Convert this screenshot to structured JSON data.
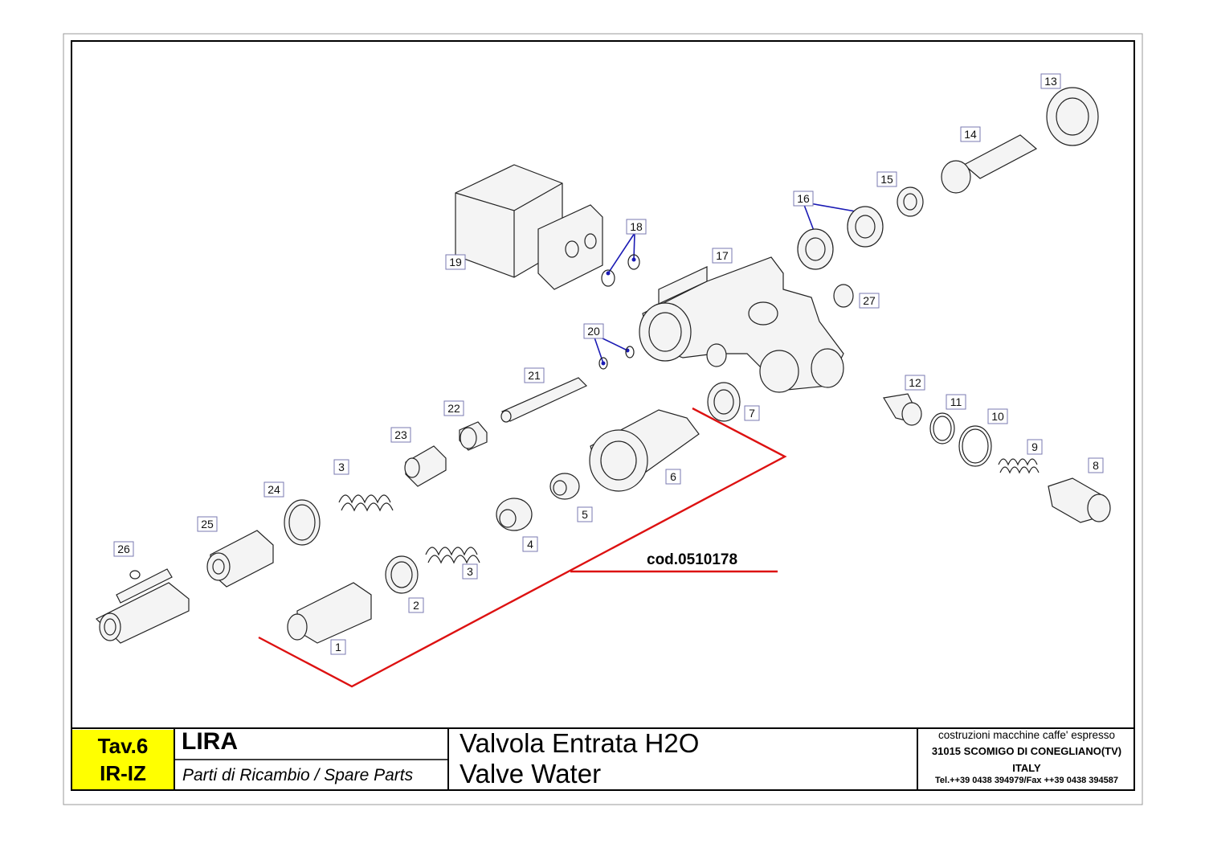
{
  "title_block": {
    "table_number": "Tav.6",
    "table_code": "IR-IZ",
    "model": "LIRA",
    "subtitle": "Parti di Ricambio / Spare Parts",
    "title_it": "Valvola Entrata H2O",
    "title_en": "Valve Water",
    "company_line1": "costruzioni macchine caffe' espresso",
    "company_line2": "31015 SCOMIGO DI CONEGLIANO(TV)",
    "company_line3": "ITALY",
    "company_line4": "Tel.++39 0438 394979/Fax ++39 0438 394587"
  },
  "assembly_code": "cod.0510178",
  "part_labels": [
    "1",
    "2",
    "3",
    "3",
    "4",
    "5",
    "6",
    "7",
    "8",
    "9",
    "10",
    "11",
    "12",
    "13",
    "14",
    "15",
    "16",
    "17",
    "18",
    "19",
    "20",
    "21",
    "22",
    "23",
    "24",
    "25",
    "26",
    "27"
  ],
  "colors": {
    "highlight": "#dd1111",
    "leader": "#1a1ab4",
    "title_tag": "#ffff00"
  }
}
